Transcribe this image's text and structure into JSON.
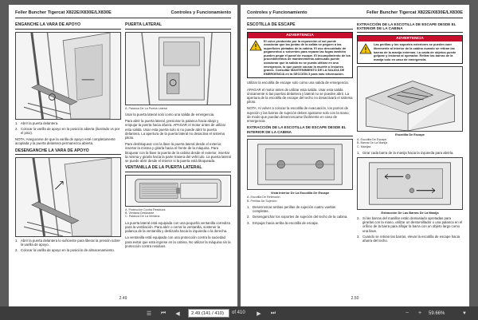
{
  "left_page": {
    "header_title": "Feller Buncher Tigercat X822E/X830E/LX830E",
    "header_section": "Controles y Funcionamiento",
    "page_number": "2.49",
    "col1": {
      "sec1_title": "ENGANCHE LA VARA DE APOYO",
      "steps1": [
        "Abrir la puerta delantera.",
        "Colocar la varilla de apoyo en la posición abierta (ilustrado vs por el piso)."
      ],
      "note1": "NOTA: Asegurarse de que la varilla de apoyo esté completamente acoplada y la puerta delantera permanezca abierta.",
      "sec2_title": "DESENGANCHE LA VARA DE APOYO",
      "steps2": [
        "Abrir la puerta delantera lo suficiente para liberar la presión sobre la varilla de apoyo.",
        "Colocar la varilla de apoyo en la posición de almacenamiento."
      ]
    },
    "col2": {
      "sec1_title": "PUERTA LATERAL",
      "fig1_caption": "A. Palanca De La Puerta Lateral",
      "p1": "Usar la puerta lateral solo como una salida de emergencia.",
      "p2": "Para abrir la puerta lateral, presionar la palanca hacia abajo y empujar la puerta hacia afuera. APAGAR el motor antes de utilizar esta salida. Usar esta puerta solo si no puede abrir la puerta delantera. La apertura de la puerta lateral no desactiva el sistema piloto.",
      "p3": "Para desbloquear con la llave la puerta lateral desde el exterior, insertar la misma y girarla hacia el frente de la máquina. Para bloquear con la llave la puerta de la cabina desde el exterior, insertar la misma y girarla hacia la parte trasera del vehículo. La puerta lateral se puede abrir desde el interior si la puerta está bloqueada.",
      "sec2_title": "VENTANILLA DE LA PUERTA LATERAL",
      "fig2_captions": [
        "A. Protección Contra Residuos",
        "B. Ventana Deslizante",
        "C. Palanca De La Ventana"
      ],
      "p4": "La puerta lateral está equipada con una pequeña ventanilla corrediza para la ventilación. Para abrir o cerrar la ventanilla, sostener la palanca de la ventanilla y deslizarla hacia la izquierda o la derecha.",
      "p5": "La ventanilla está equipada con una protección contra la suciedad para evitar que esta ingrese en la cabina. No utilizar la máquina sin la protección contra residuos."
    }
  },
  "right_page": {
    "header_section": "Controles y Funcionamiento",
    "header_title": "Feller Buncher Tigercat X822E/X830E/LX830E",
    "page_number": "2.50",
    "col1": {
      "sec1_title": "ESCOTILLA DE ESCAPE",
      "warn_label": "ADVERTENCIA",
      "warn_text": "El color producido por la exposición al sol puede ocasionar que las juntas de la salida se peguen a las superficies pintadas de la cabina. El uso descuidado de pegamentos o solventes para reparar las fugas también pueden pegar el panel de escape. El incumplimiento de los procedimientos de mantenimiento adecuado puede ocasionar que la salida no se pueda utilizar en una emergencia, lo que puede causar la muerte o lesiones graves. Consultar MANTENIMIENTO DE LA SALIDA DE EMERGENCIA en la SECCIÓN 3 para más información.",
      "p1": "Utilizar la escotilla de escape solo como una salida de emergencia.",
      "p2": "APAGAR el motor antes de utilizar esta salida. Usar esta salida únicamente si las puertas delantera y lateral no se pueden abrir. La apertura de la escotilla de escape del techo no desactivará el sistema piloto.",
      "note1": "NOTA: Al volver a colocar la escotilla de evacuación, los pomos de sujeción y las barras de sujeción deben ajustarse solo con la mano, de modo que puedan desenroscarse fácilmente en caso de emergencia.",
      "sec2_title": "EXTRACCIÓN DE LA ESCOTILLA DE ESCAPE DESDE EL INTERIOR DE LA CABINA",
      "fig_title": "Vista Interior De La Escotilla De Escape",
      "fig_captions": [
        "A. Escotilla De Retención",
        "B. Perillas De Sujeción"
      ],
      "steps": [
        "Desenroscar ambas perillas de sujeción cuatro vueltas completas.",
        "Desenganchar los soportes de sujeción del techo de la cabina.",
        "Empujar hacia arriba la escotilla de escape."
      ]
    },
    "col2": {
      "sec1_title": "EXTRACCIÓN DE LA ESCOTILLA DE ESCAPE DESDE EL EXTERIOR DE LA CABINA",
      "warn_label": "ADVERTENCIA",
      "warn_text": "Las perillas y los soportes exteriores se pueden caer libremente al interior de la cabina cuando se retiran las barras de la manija externas. La caída de objetos puede golpear y lesionar al operador. Retirar las barras de la manija solo en caso de emergencia.",
      "fig1_title": "Escotilla De Escape",
      "fig1_captions": [
        "A. Escotilla De Escape",
        "B. Barras De La Manija",
        "C. Manijas"
      ],
      "steps1": [
        "Girar cada barra de la manija hacia la izquierda para abrirla."
      ],
      "fig2_title": "Extracción De Las Barras De La Manija",
      "steps2": [
        "Si las barras del manillar están demasiado apretadas para girarlas con la mano, utilizar un destornillador o una palanca en el orificio de la barra para aflojar la barra con un objeto largo como una llave.",
        "Cuando se retiran las barras, elevar la escotilla de escape hacia afuera del techo."
      ]
    }
  },
  "toolbar": {
    "page_field": "2.49 (141 / 410)",
    "page_total": "of 410",
    "zoom": "59.66%"
  },
  "colors": {
    "warning_red": "#c8102e",
    "background": "#5a5a5a",
    "toolbar": "#3c3c3c"
  }
}
